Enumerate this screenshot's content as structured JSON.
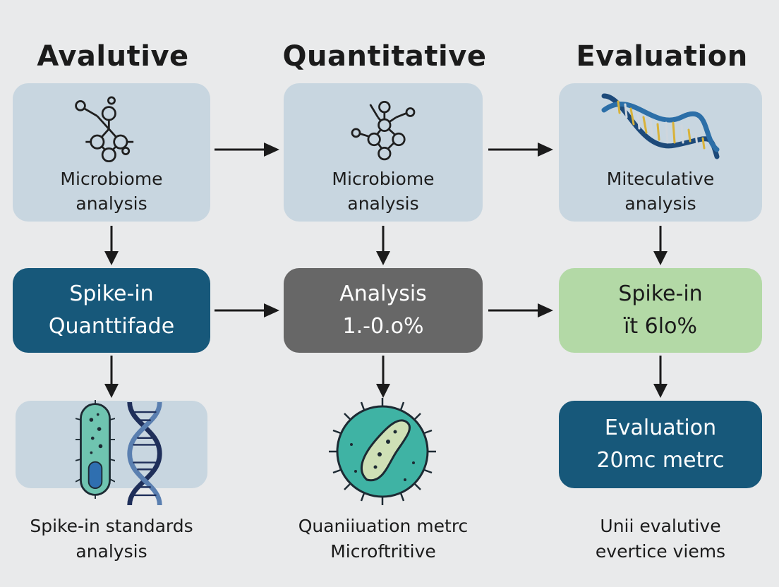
{
  "headers": [
    "Avalutive",
    "Quantitative",
    "Evaluation"
  ],
  "top_cards": [
    {
      "line1": "Microbiome",
      "line2": "analysis",
      "icon": "molecule-network-icon"
    },
    {
      "line1": "Microbiome",
      "line2": "analysis",
      "icon": "molecule-network-icon"
    },
    {
      "line1": "Miteculative",
      "line2": "analysis",
      "icon": "dna-helix-icon"
    }
  ],
  "middle_cards": [
    {
      "line1": "Spike-in",
      "line2": "Quanttifade",
      "color": "#17587a"
    },
    {
      "line1": "Analysis",
      "line2": "1.-0.o%",
      "color": "#676767"
    },
    {
      "line1": "Spike-in",
      "line2": "ït 6lo%",
      "color": "#b3d9a6"
    }
  ],
  "bottom": {
    "left_icons": [
      "bacterium-icon",
      "dna-helix-icon"
    ],
    "center_icon": "microbe-cell-icon",
    "right_card": {
      "line1": "Evaluation",
      "line2": "20mc metrc",
      "color": "#17587a"
    }
  },
  "captions": [
    {
      "line1": "Spike-in standards",
      "line2": "analysis"
    },
    {
      "line1": "Quaniiuation metrc",
      "line2": "Microftritive"
    },
    {
      "line1": "Unii evalutive",
      "line2": "evertice viems"
    }
  ],
  "colors": {
    "background": "#e9eaeb",
    "light_card": "#c8d6e0",
    "dark_blue": "#17587a",
    "gray": "#676767",
    "green": "#b3d9a6"
  }
}
